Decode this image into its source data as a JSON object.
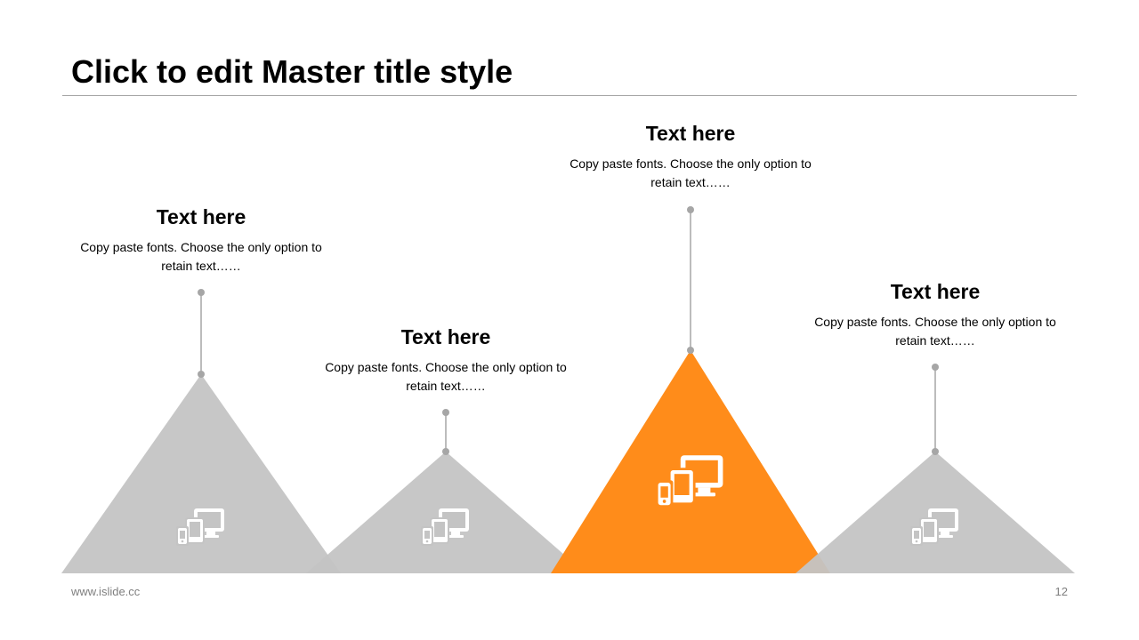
{
  "slide": {
    "title": "Click to edit Master title style",
    "footer_url": "www.islide.cc",
    "page_number": "12"
  },
  "colors": {
    "accent": "#FF8C1A",
    "muted": "#C4C4C4",
    "connector": "#A6A6A6",
    "icon": "#FFFFFF"
  },
  "items": [
    {
      "heading": "Text here",
      "description": "Copy paste fonts. Choose the only option to retain text……",
      "highlighted": false,
      "icon": "devices-icon"
    },
    {
      "heading": "Text here",
      "description": "Copy paste fonts. Choose the only option to retain text……",
      "highlighted": false,
      "icon": "devices-icon"
    },
    {
      "heading": "Text here",
      "description": "Copy paste fonts. Choose the only option to retain text……",
      "highlighted": true,
      "icon": "devices-icon"
    },
    {
      "heading": "Text here",
      "description": "Copy paste fonts. Choose the only option to retain text……",
      "highlighted": false,
      "icon": "devices-icon"
    }
  ]
}
